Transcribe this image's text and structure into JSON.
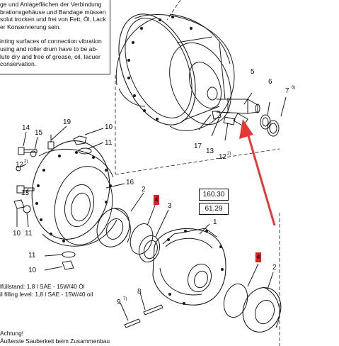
{
  "note": {
    "de_lines": [
      "ge und Anlageflächen der Verbindung",
      "brationsgehäuse und Bandage müssen",
      "solut trocken und frei von Fett, Öl, Lack",
      "er Konservierung sein."
    ],
    "en_lines": [
      "inting surfaces of connection vibration",
      "using and roller drum have to be ab-",
      "lute dry and free of grease, oil, lacuer",
      "conservation."
    ]
  },
  "labels": {
    "n5": "5",
    "n6": "6",
    "n7": "7",
    "n7sup": "6)",
    "n17": "17",
    "n13a": "13",
    "n12a": "12",
    "n12asup": "2)",
    "n14": "14",
    "n15": "15",
    "n19": "19",
    "n10a": "10",
    "n11a": "11",
    "n12b": "12",
    "n12bsup": "2)",
    "n13b": "13",
    "n16": "16",
    "n2a": "2",
    "n3": "3",
    "n10b": "10",
    "n11b": "11",
    "n11c": "11",
    "n10c": "10",
    "n1": "1",
    "n9": "9",
    "n9sup": "7)",
    "n8": "8",
    "n2b": "2"
  },
  "refs": {
    "a": "160.30",
    "b": "61.29"
  },
  "tags": {
    "a": "4",
    "b": "4"
  },
  "oil": {
    "de": "lfüllstand: 1,8 l SAE - 15W/40 Öl",
    "en": "il filling level: 1,8 l SAE - 15W/40 oil"
  },
  "warning": {
    "title": "Achtung!",
    "text": "Äußerste Sauberkeit beim Zusammenbau"
  },
  "colors": {
    "arrow": "#e53935",
    "tag": "#e51d1d",
    "line": "#1a1a1a"
  }
}
